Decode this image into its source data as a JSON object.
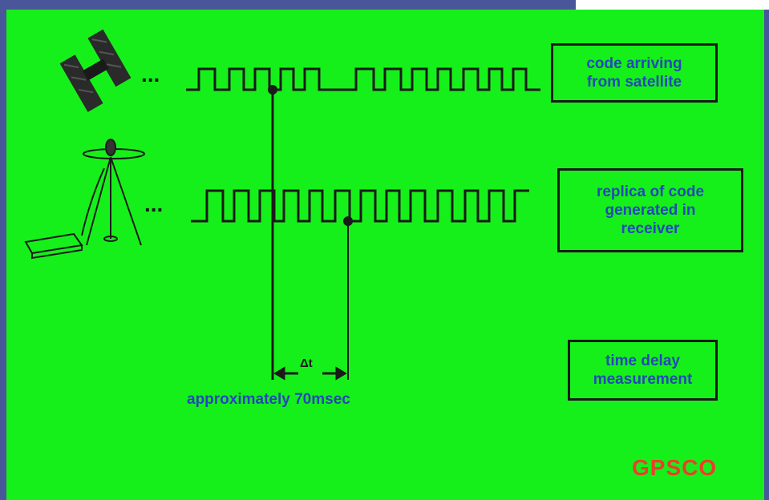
{
  "diagram": {
    "satellite_code_label": [
      "code arriving",
      "from satellite"
    ],
    "replica_code_label": [
      "replica of code",
      "generated in",
      "receiver"
    ],
    "time_delay_label": [
      "time delay",
      "measurement"
    ],
    "delta_symbol": "Δt",
    "approx_label": "approximately 70msec",
    "brand": "GPSCO",
    "ellipsis": "...",
    "colors": {
      "background": "#16f01a",
      "frame": "#4a569a",
      "text_blue": "#2448b8",
      "brand_red": "#e8402a",
      "line": "#1a1a1a"
    }
  }
}
